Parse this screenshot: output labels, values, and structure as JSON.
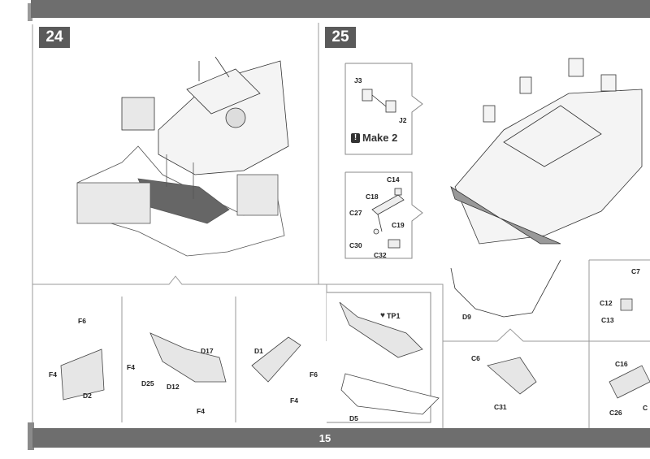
{
  "page_number": "15",
  "steps": [
    {
      "id": "step-24",
      "number": "24"
    },
    {
      "id": "step-25",
      "number": "25"
    }
  ],
  "callout_make": "Make 2",
  "callout_tp": "TP1",
  "labels": {
    "J3": "J3",
    "J2": "J2",
    "C14": "C14",
    "C18": "C18",
    "C27": "C27",
    "C19": "C19",
    "C30": "C30",
    "C32": "C32",
    "D9": "D9",
    "C7": "C7",
    "C12": "C12",
    "C13": "C13",
    "F6a": "F6",
    "F4a": "F4",
    "D2": "D2",
    "F4b": "F4",
    "D25": "D25",
    "D12": "D12",
    "D17": "D17",
    "F4c": "F4",
    "D1": "D1",
    "F6b": "F6",
    "F4d": "F4",
    "D5": "D5",
    "C6": "C6",
    "C31": "C31",
    "C16": "C16",
    "C26": "C26",
    "Ccut": "C"
  }
}
